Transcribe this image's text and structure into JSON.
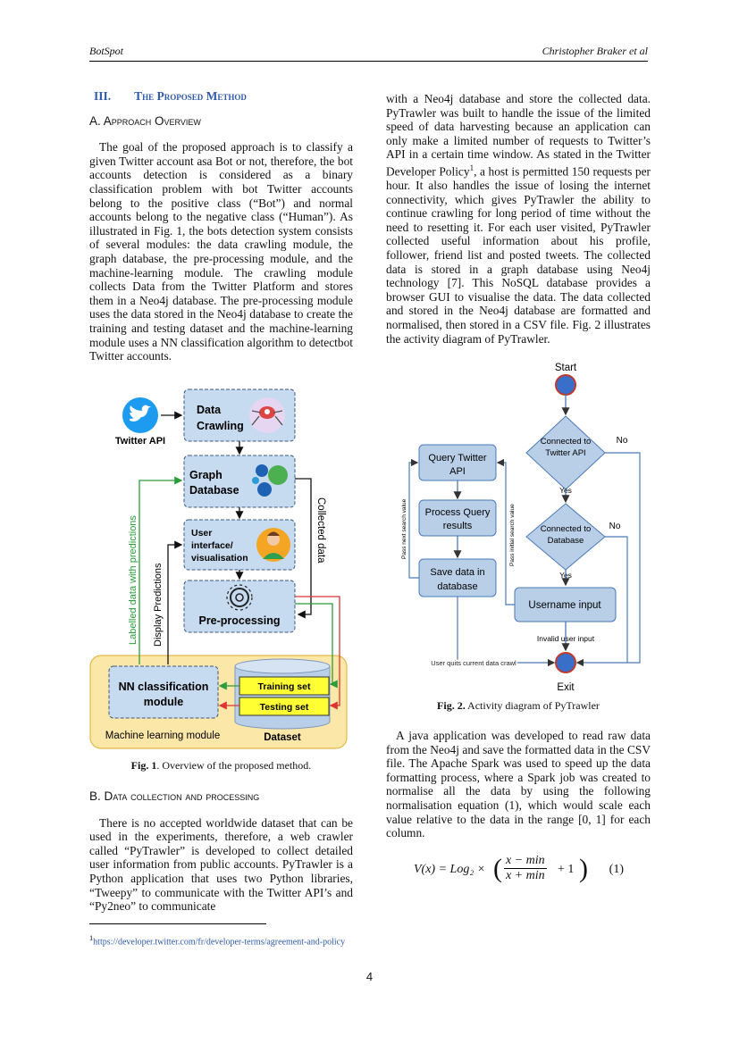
{
  "header": {
    "left": "BotSpot",
    "right": "Christopher Braker et al"
  },
  "section": {
    "num": "III.",
    "title": "The Proposed Method"
  },
  "subA": "A. Approach Overview",
  "paraA": "The goal of the proposed approach is to classify a given Twitter account asa Bot or not, therefore, the bot accounts detection is considered as a binary classification problem with bot Twitter accounts belong to the positive class (“Bot”) and normal accounts belong to the negative class (“Human”). As illustrated in Fig. 1, the bots detection system consists of several modules: the data crawling module, the graph database, the pre-processing module, and the machine-learning module. The crawling module collects Data from the Twitter Platform and stores them in a Neo4j database. The pre-processing module uses the data stored in the Neo4j database to create the training and testing dataset and the machine-learning module uses a NN classification algorithm to detectbot Twitter accounts.",
  "fig1": {
    "caption_label": "Fig. 1",
    "caption_text": ". Overview of the proposed method.",
    "twitter_api": "Twitter API",
    "data": "Data",
    "crawling": "Crawling",
    "graph": "Graph",
    "database": "Database",
    "ui1": "User",
    "ui2": "interface/",
    "ui3": "visualisation",
    "preproc": "Pre-processing",
    "nn1": "NN classification",
    "nn2": "module",
    "training": "Training set",
    "testing": "Testing set",
    "ml_module": "Machine learning module",
    "dataset": "Dataset",
    "labelled": "Labelled data with predictions",
    "display": "Display Predictions",
    "collected": "Collected data"
  },
  "subB": "B. Data collection and processing",
  "paraB": "There is no accepted worldwide dataset that can be used in the experiments, therefore, a web crawler called “PyTrawler” is developed to collect detailed user information from public accounts. PyTrawler is a Python application that uses two Python libraries, “Tweepy” to communicate with the Twitter API’s and “Py2neo” to communicate",
  "footnote": {
    "mark": "1",
    "text": "https://developer.twitter.com/fr/developer-terms/agreement-and-policy"
  },
  "right_para1a": "with a Neo4j database and store the collected data. PyTrawler was built to handle the issue of the limited speed of data harvesting because an application can only make a limited number of requests to Twitter’s API in a certain time window. As stated in the Twitter Developer Policy",
  "right_para1_sup": "1",
  "right_para1b": ", a host is permitted 150 requests per hour. It also handles the issue of losing the internet connectivity, which gives PyTrawler the ability to continue crawling for long period of time without the need to resetting it. For each user visited, PyTrawler collected useful information about his profile, follower, friend list and posted tweets. The collected data is stored in a graph database using Neo4j technology [7]. This NoSQL database provides a browser GUI to visualise the data. The data collected and stored in the Neo4j database are formatted and normalised, then stored in a CSV file. Fig. 2 illustrates the activity diagram of PyTrawler.",
  "fig2": {
    "caption_label": "Fig. 2.",
    "caption_text": " Activity diagram of PyTrawler",
    "start": "Start",
    "exit": "Exit",
    "d1a": "Connected to",
    "d1b": "Twitter API",
    "d2a": "Connected to",
    "d2b": "Database",
    "yes": "Yes",
    "no": "No",
    "q1": "Query Twitter",
    "q2": "API",
    "p1": "Process Query",
    "p2": "results",
    "s1": "Save data in",
    "s2": "database",
    "username": "Username input",
    "invalid": "Invalid user input",
    "quits": "User quits current data crawl",
    "pass_next": "Pass next search value",
    "pass_initial": "Pass initial search value"
  },
  "right_para2": "A java application was developed to read raw data from the Neo4j and save the formatted data in the CSV file. The Apache Spark was used to speed up the data formatting process, where a Spark job was created to normalise all the data by using the following normalisation equation (1), which would scale each value relative to the data in the range [0, 1] for each column.",
  "equation": {
    "lhs": "V(x) = Log₂ ×",
    "numerator": "x − min",
    "denominator": "x + min",
    "tail": "+ 1",
    "number": "(1)"
  },
  "page_number": "4"
}
